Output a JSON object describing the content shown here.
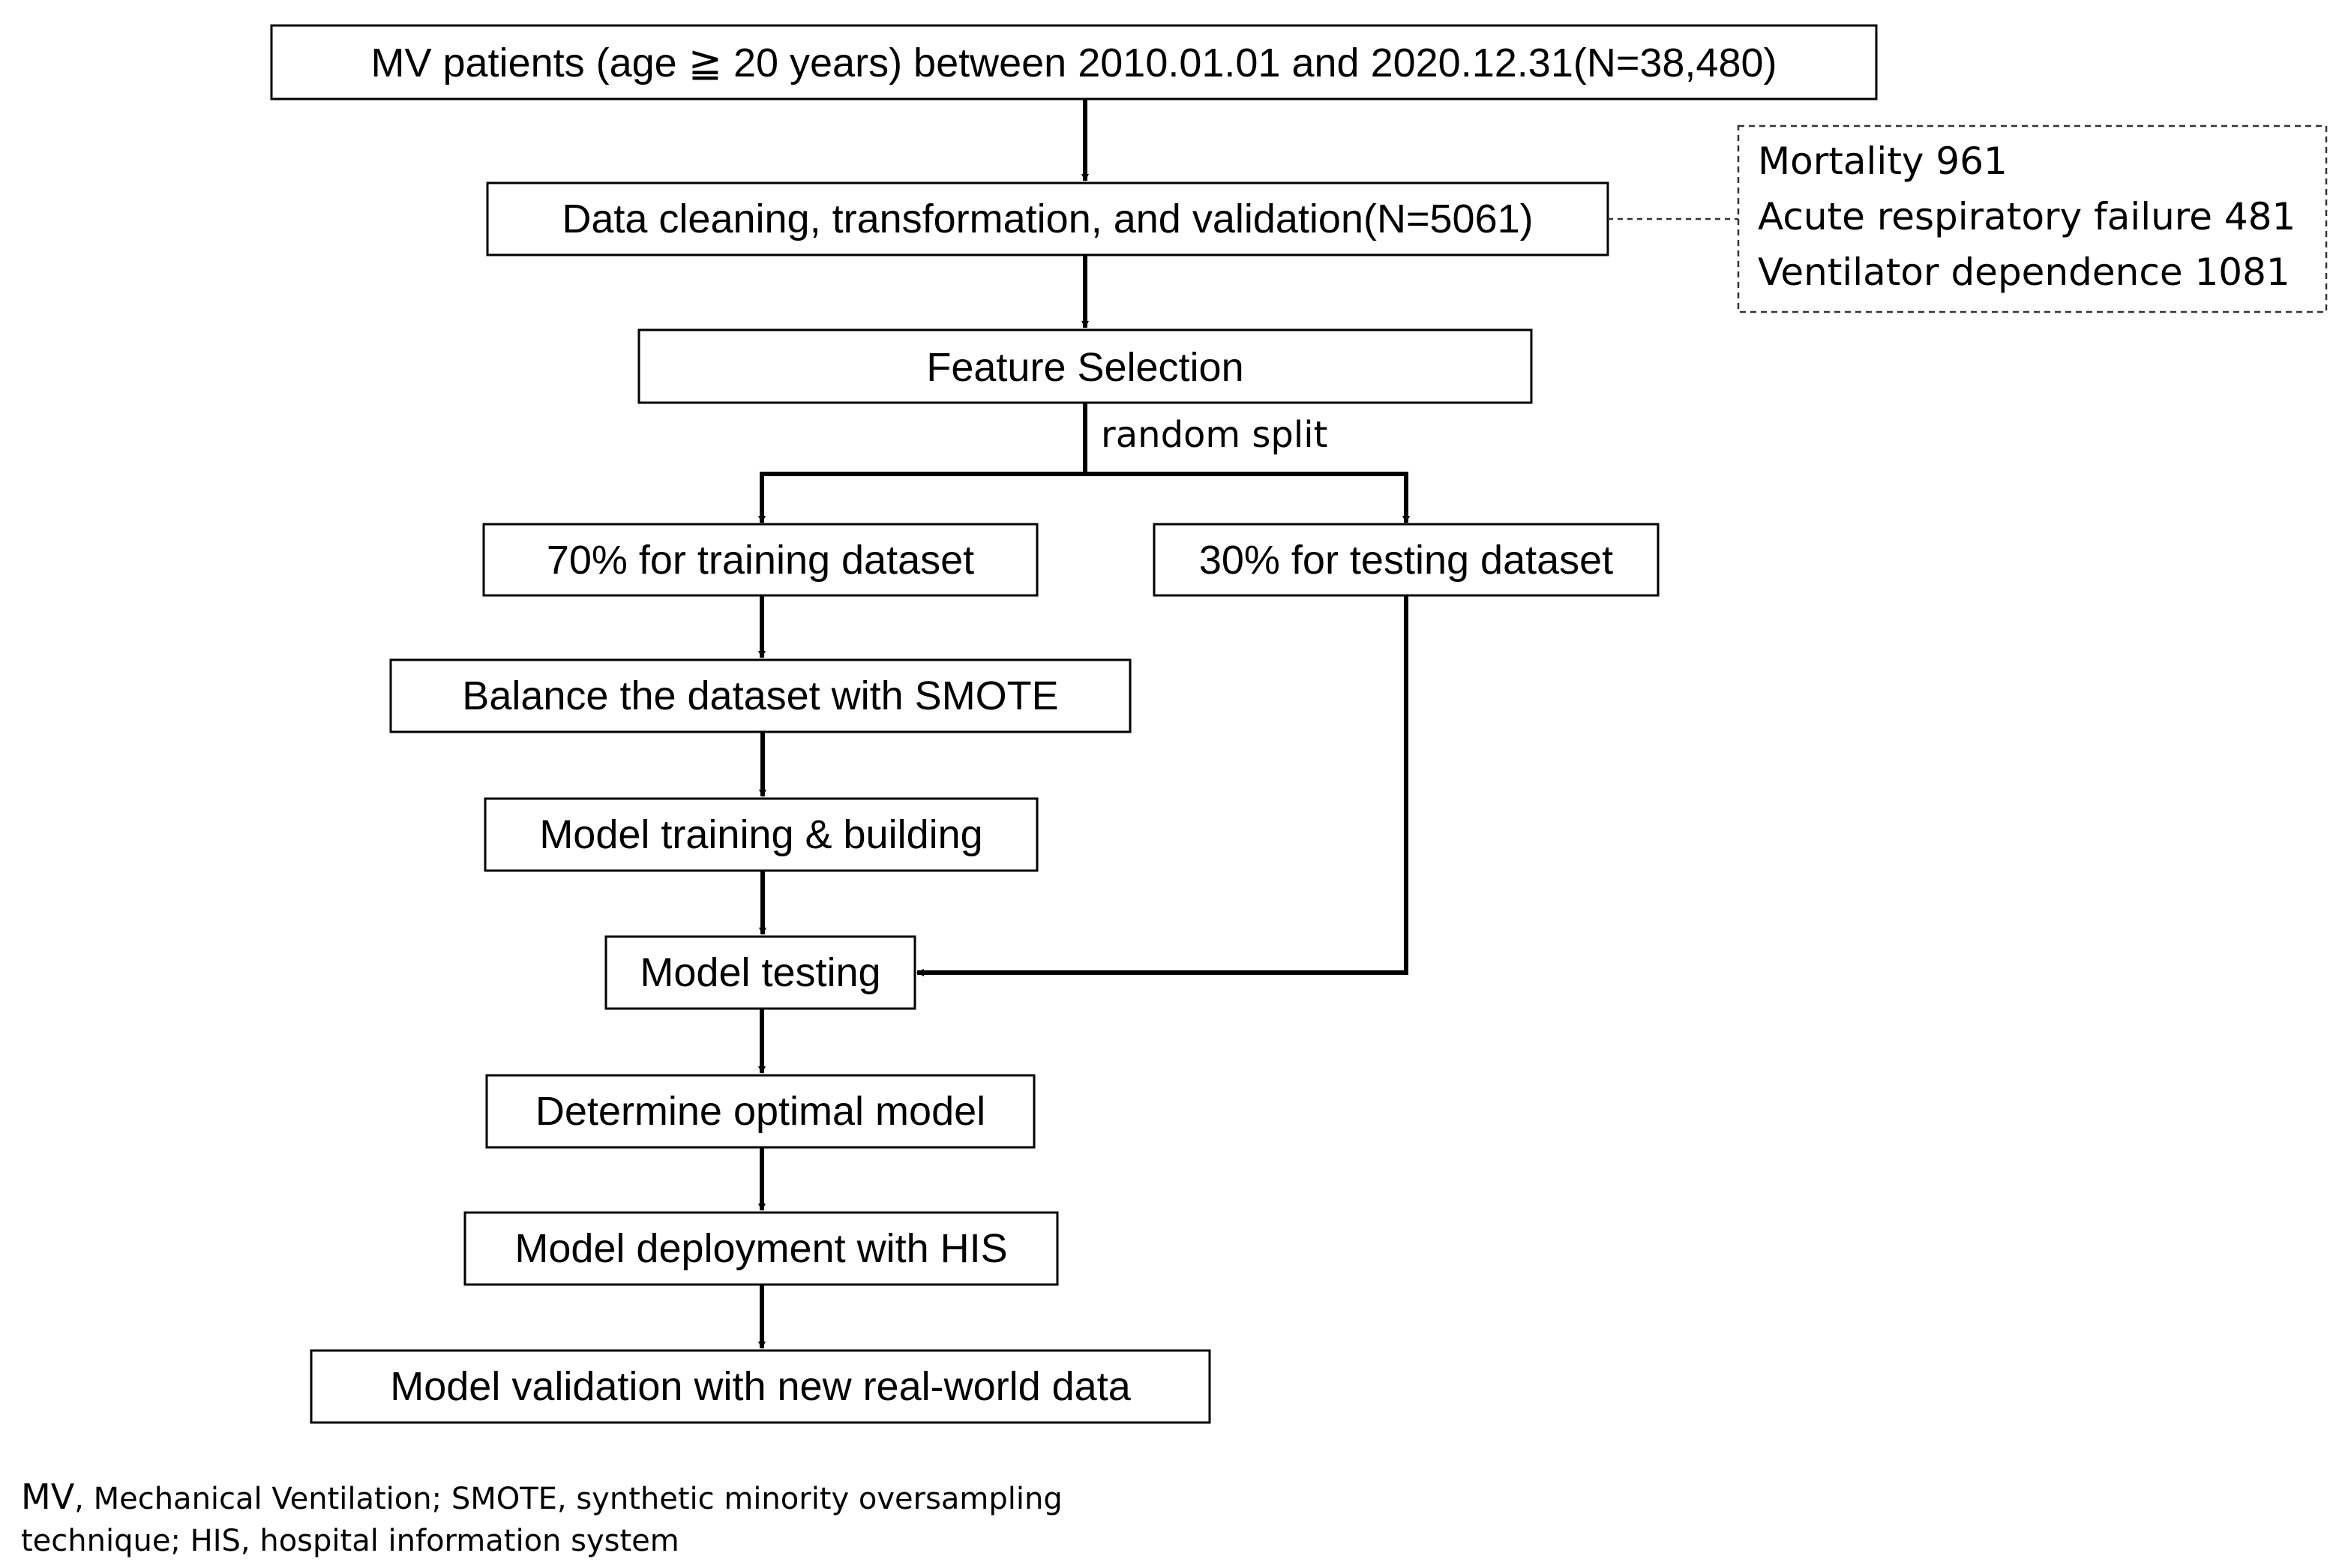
{
  "flow": {
    "start": "MV patients (age ≧ 20 years) between 2010.01.01 and 2020.12.31(N=38,480)",
    "cleaning": "Data cleaning, transformation, and validation(N=5061)",
    "feature_selection": "Feature Selection",
    "split_label": "random split",
    "training": "70% for training dataset",
    "testing": "30% for testing dataset",
    "smote": "Balance the dataset with SMOTE",
    "model_training": "Model training & building",
    "model_testing": "Model testing",
    "optimal": "Determine optimal model",
    "deployment": "Model deployment with HIS",
    "validation": "Model validation with new real-world data"
  },
  "outcomes": [
    "Mortality 961",
    "Acute respiratory failure 481",
    "Ventilator dependence 1081"
  ],
  "footnote": {
    "abbr": "MV",
    "rest": ", Mechanical Ventilation; SMOTE, synthetic minority oversampling technique; HIS, hospital information system"
  }
}
